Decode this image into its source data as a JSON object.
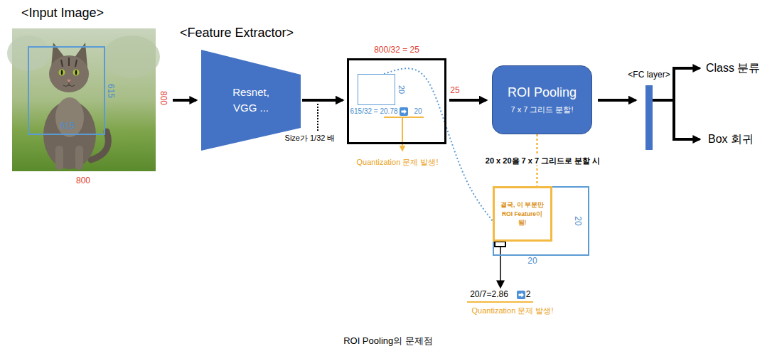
{
  "diagram": {
    "caption": "ROI Pooling의 문제점",
    "nodes": [
      {
        "text": [
          "Resnet, VGG ..."
        ]
      },
      {
        "text": [
          "800/32 = 25"
        ]
      },
      {
        "text": [
          "20"
        ],
        "in": 1
      },
      {
        "text": [
          "ROI Pooling",
          "7 x 7 그리드 분할!"
        ]
      },
      {
        "text": [
          "<FC layer>"
        ]
      },
      {
        "text": [
          "20",
          "20"
        ]
      },
      {
        "text": [
          "결국, 이 부분만 ROI Feature이 됨!"
        ],
        "in": 5
      }
    ],
    "edges": [
      {
        "from": 0,
        "to": 1,
        "arrow": "to"
      },
      {
        "from": 1,
        "to": 3,
        "arrow": "to"
      },
      {
        "from": 3,
        "to": 4,
        "arrow": "to"
      },
      {
        "from": 2,
        "to": 5,
        "arrow": "none"
      },
      {
        "from": 3,
        "to": 5,
        "arrow": "none",
        "label": "20 x 20을 7 x 7 그리드로 분할 시"
      }
    ],
    "labels": [
      "<Input Image>",
      "800",
      "800",
      "615",
      "615",
      "<Feature Extractor>",
      "Size가 1/32 배",
      "615/32 = 20.78",
      "20",
      "Quantization 문제 발생!",
      "25",
      "Class 분류",
      "Box 회귀",
      "20/7=2.86",
      "2",
      "Quantization 문제 발생!"
    ]
  }
}
